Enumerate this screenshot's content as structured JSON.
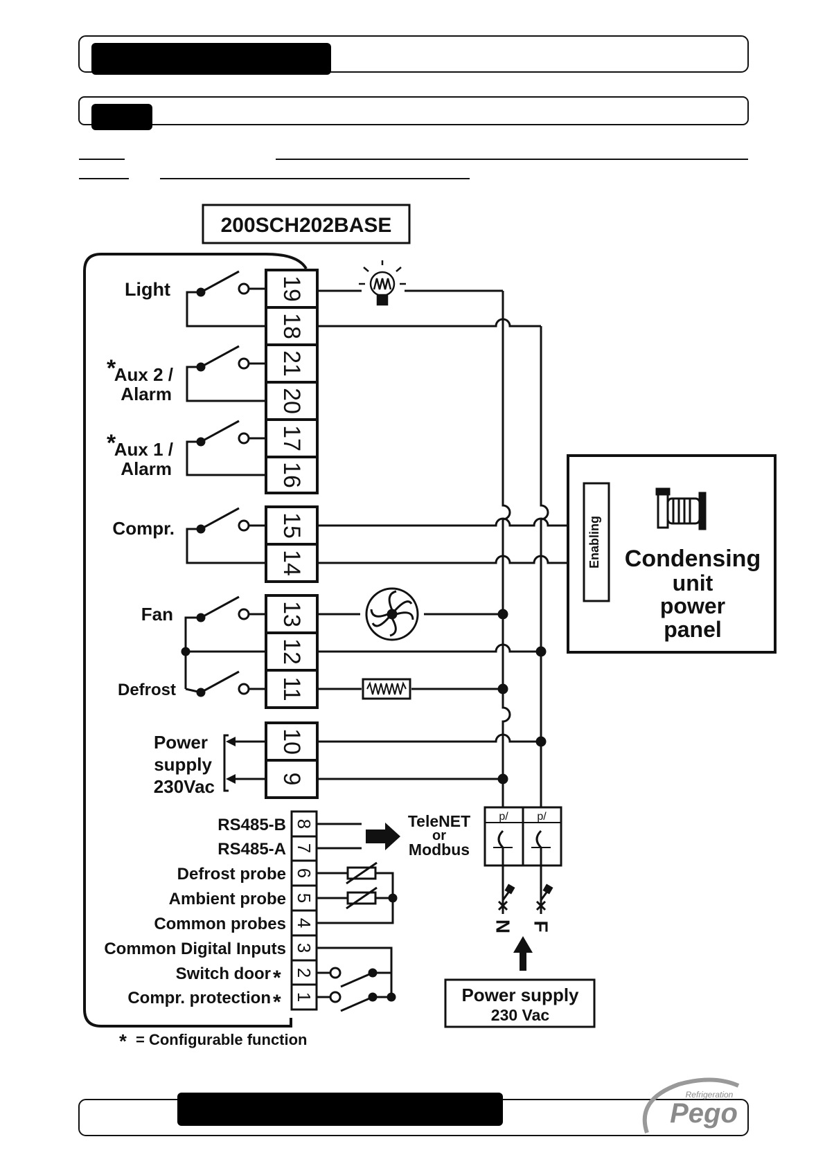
{
  "model": "200SCH202BASE",
  "relay_labels": {
    "light": "Light",
    "aux2_line1": "Aux 2 /",
    "aux2_line2": "Alarm",
    "aux1_line1": "Aux 1 /",
    "aux1_line2": "Alarm",
    "compr": "Compr.",
    "fan": "Fan",
    "defrost": "Defrost"
  },
  "power_labels": [
    "Power",
    "supply",
    "230Vac"
  ],
  "power_terminals": [
    "10",
    "9"
  ],
  "relay_terminals": [
    {
      "label": "19"
    },
    {
      "label": "18"
    },
    {
      "label": "21"
    },
    {
      "label": "20"
    },
    {
      "label": "17"
    },
    {
      "label": "16"
    },
    {
      "label": "15"
    },
    {
      "label": "14"
    },
    {
      "label": "13"
    },
    {
      "label": "12"
    },
    {
      "label": "11"
    }
  ],
  "low_voltage_terminals": [
    {
      "num": "8",
      "label": "RS485-B"
    },
    {
      "num": "7",
      "label": "RS485-A"
    },
    {
      "num": "6",
      "label": "Defrost probe"
    },
    {
      "num": "5",
      "label": "Ambient probe"
    },
    {
      "num": "4",
      "label": "Common probes"
    },
    {
      "num": "3",
      "label": "Common Digital Inputs"
    },
    {
      "num": "2",
      "label": "Switch door"
    },
    {
      "num": "1",
      "label": "Compr. protection"
    }
  ],
  "asterisk": "*",
  "comm": {
    "line1": "TeleNET",
    "line2": "or",
    "line3": "Modbus"
  },
  "condensing_panel": {
    "enabling": "Enabling",
    "line1": "Condensing",
    "line2": "unit",
    "line3": "power",
    "line4": "panel"
  },
  "neutral_label": "N",
  "phase_label": "F",
  "supply_box": {
    "line1": "Power supply",
    "line2": "230 Vac"
  },
  "footnote": "= Configurable function",
  "logo": {
    "brand": "Pego",
    "tagline": "Refrigeration"
  }
}
